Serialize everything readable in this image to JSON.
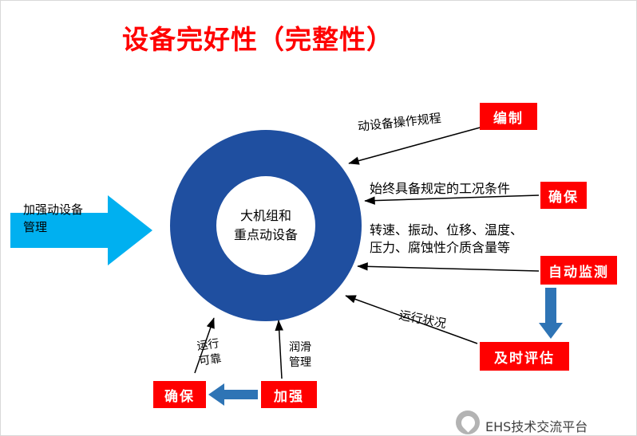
{
  "title": "设备完好性（完整性）",
  "colors": {
    "title_red": "#FF0000",
    "donut_blue": "#1F4FA0",
    "light_blue_arrow": "#00B0F0",
    "red_box": "#FF0000",
    "flow_arrow_blue": "#2E74B5"
  },
  "left_arrow": {
    "label": "加强动设备\n管理"
  },
  "donut": {
    "label": "大机组和\n重点动设备"
  },
  "boxes": {
    "compile": "编制",
    "ensure_right": "确保",
    "auto_monitor": "自动监测",
    "timely_evaluate": "及时评估",
    "ensure_bottom": "确保",
    "strengthen": "加强"
  },
  "annotations": {
    "operation_procedure": "动设备操作规程",
    "working_condition": "始终具备规定的工况条件",
    "parameters": "转速、振动、位移、温度、\n压力、腐蚀性介质含量等",
    "running_status": "运行状况",
    "reliable_operation": "运行\n可靠",
    "lubrication": "润滑\n管理"
  },
  "watermark": {
    "text": "EHS技术交流平台"
  }
}
